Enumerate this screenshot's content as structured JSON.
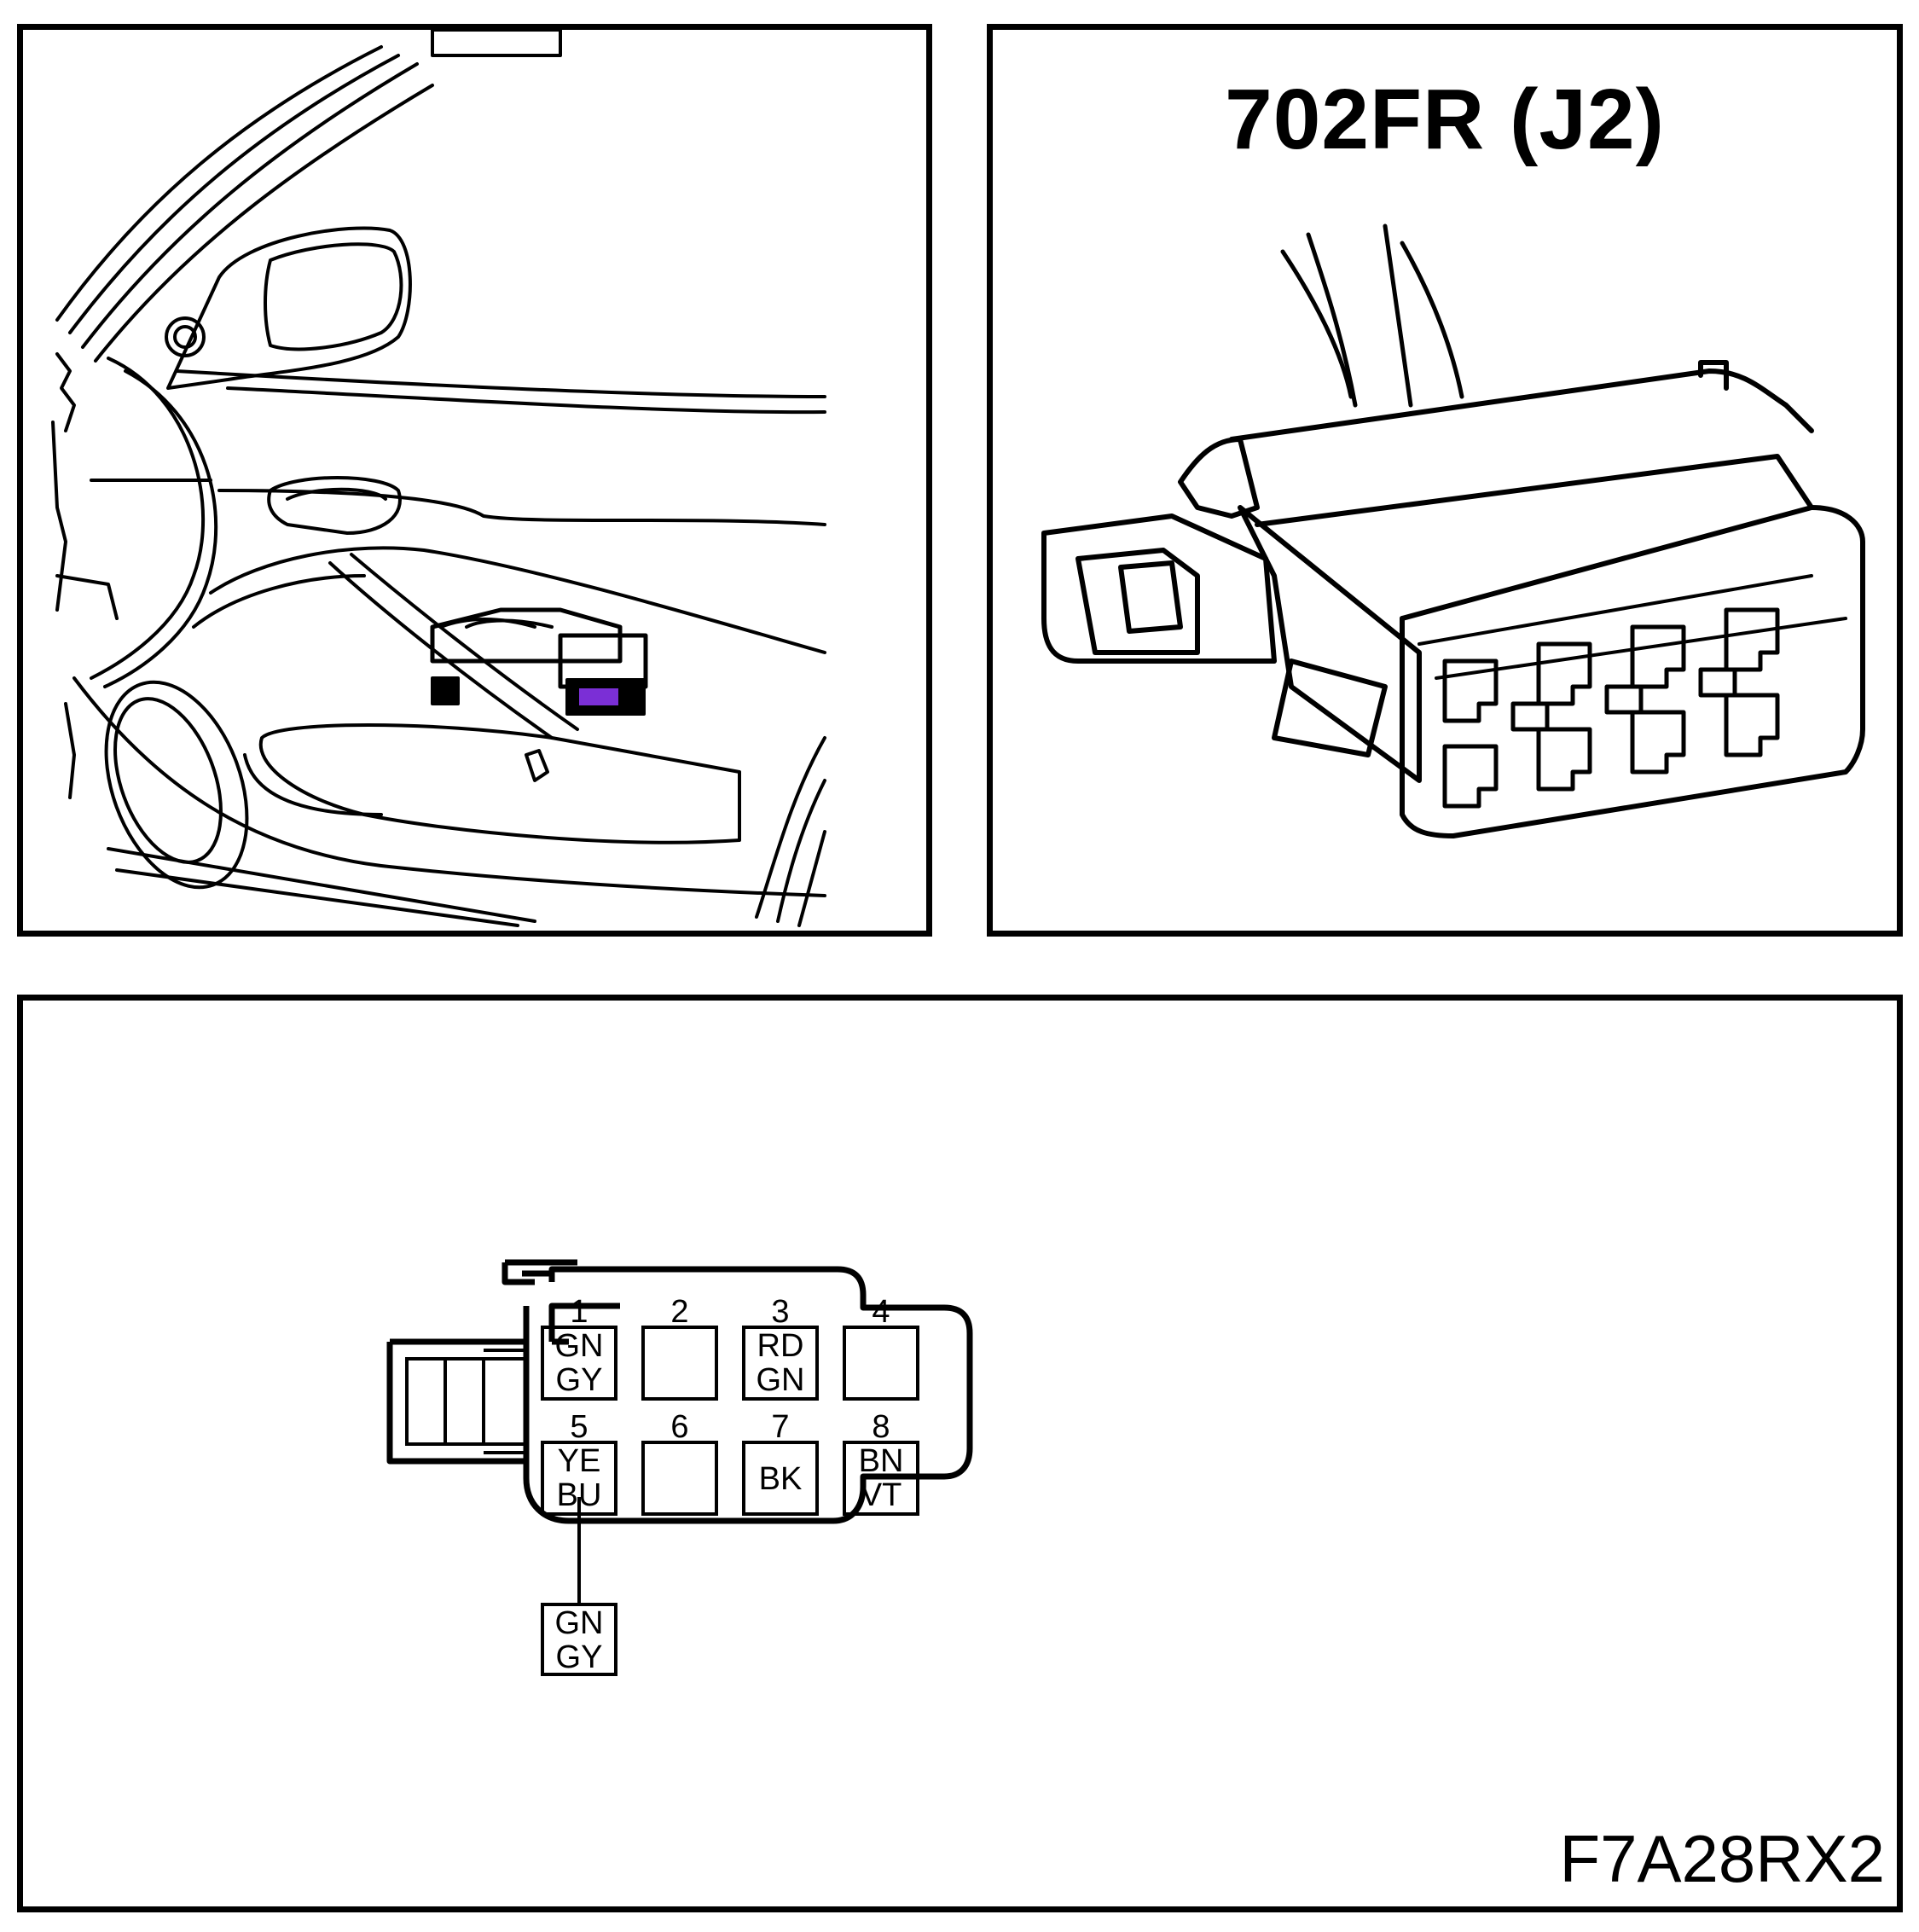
{
  "connector": {
    "title": "702FR (J2)"
  },
  "pinout": {
    "pins": [
      {
        "number": "1",
        "wire": [
          "GN",
          "GY"
        ]
      },
      {
        "number": "2",
        "wire": []
      },
      {
        "number": "3",
        "wire": [
          "RD",
          "GN"
        ]
      },
      {
        "number": "4",
        "wire": []
      },
      {
        "number": "5",
        "wire": [
          "YE",
          "BU"
        ]
      },
      {
        "number": "6",
        "wire": []
      },
      {
        "number": "7",
        "wire": [
          "BK"
        ]
      },
      {
        "number": "8",
        "wire": [
          "BN",
          "VT"
        ]
      }
    ],
    "branch": {
      "from_pin": "5",
      "wire": [
        "GN",
        "GY"
      ]
    }
  },
  "figure_id": "F7A28RX2",
  "colors": {
    "highlight": "#7b2fd6",
    "line": "#000000"
  }
}
